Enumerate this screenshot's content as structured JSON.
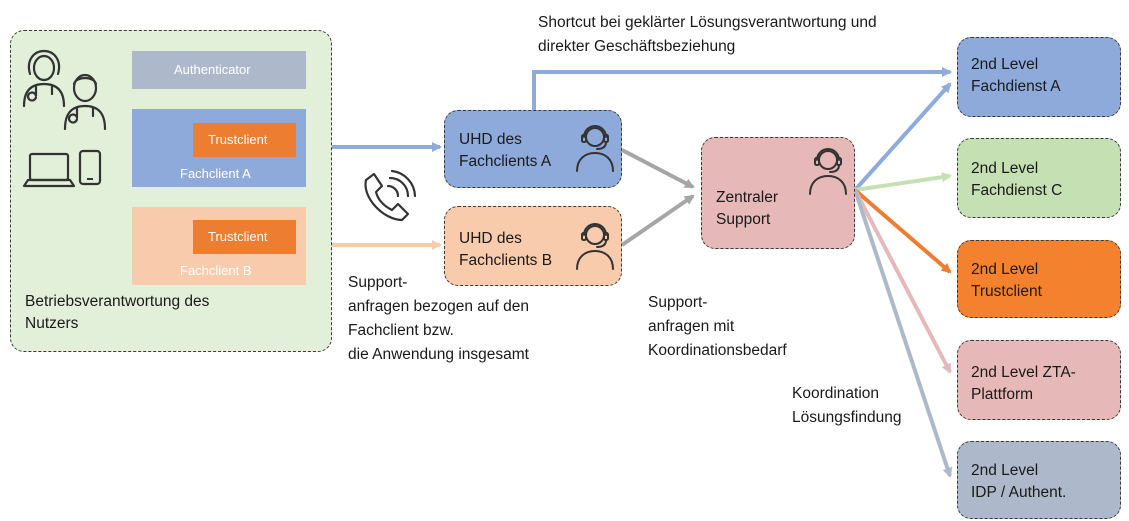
{
  "user_zone": {
    "caption_line1": "Betriebsverantwortung des",
    "caption_line2": "Nutzers",
    "authenticator": "Authenticator",
    "fachclient_a": "Fachclient A",
    "fachclient_b": "Fachclient B",
    "trustclient_a": "Trustclient",
    "trustclient_b": "Trustclient"
  },
  "uhd_a": {
    "line1": "UHD des",
    "line2": "Fachclients A"
  },
  "uhd_b": {
    "line1": "UHD des",
    "line2": "Fachclients B"
  },
  "central": {
    "line1": "Zentraler",
    "line2": "Support"
  },
  "second_level": [
    {
      "line1": "2nd Level",
      "line2": "Fachdienst A"
    },
    {
      "line1": "2nd Level",
      "line2": "Fachdienst C"
    },
    {
      "line1": "2nd Level",
      "line2": "Trustclient"
    },
    {
      "line1": "2nd Level ZTA-",
      "line2": "Plattform"
    },
    {
      "line1": "2nd Level",
      "line2": "IDP / Authent."
    }
  ],
  "annotations": {
    "shortcut_line1": "Shortcut bei geklärter Lösungsverantwortung und",
    "shortcut_line2": "direkter Geschäftsbeziehung",
    "support_fc": [
      "Support-",
      "anfragen bezogen auf den",
      "Fachclient bzw.",
      "die Anwendung insgesamt"
    ],
    "support_koord": [
      "Support-",
      "anfragen mit",
      "Koordinationsbedarf"
    ],
    "koordination": [
      "Koordination",
      "Lösungsfindung"
    ]
  },
  "colors": {
    "user_zone_bg": "#e2efd9",
    "authenticator_bg": "#adb9ca",
    "fachclient_a_bg": "#8eaadb",
    "fachclient_b_bg": "#f8cbad",
    "trustclient_bg": "#ed7d31",
    "uhd_a_bg": "#8eaadb",
    "uhd_b_bg": "#f8cbad",
    "central_bg": "#e6b8b7",
    "fachdienst_a_bg": "#8eaadb",
    "fachdienst_c_bg": "#c5e0b3",
    "trustclient_level_bg": "#f4812e",
    "zta_bg": "#e6b8b7",
    "idp_bg": "#adb9ca"
  },
  "icons": [
    "doctor-woman-icon",
    "doctor-man-icon",
    "laptop-icon",
    "phone-device-icon",
    "telephone-ringing-icon",
    "headset-agent-icon"
  ]
}
